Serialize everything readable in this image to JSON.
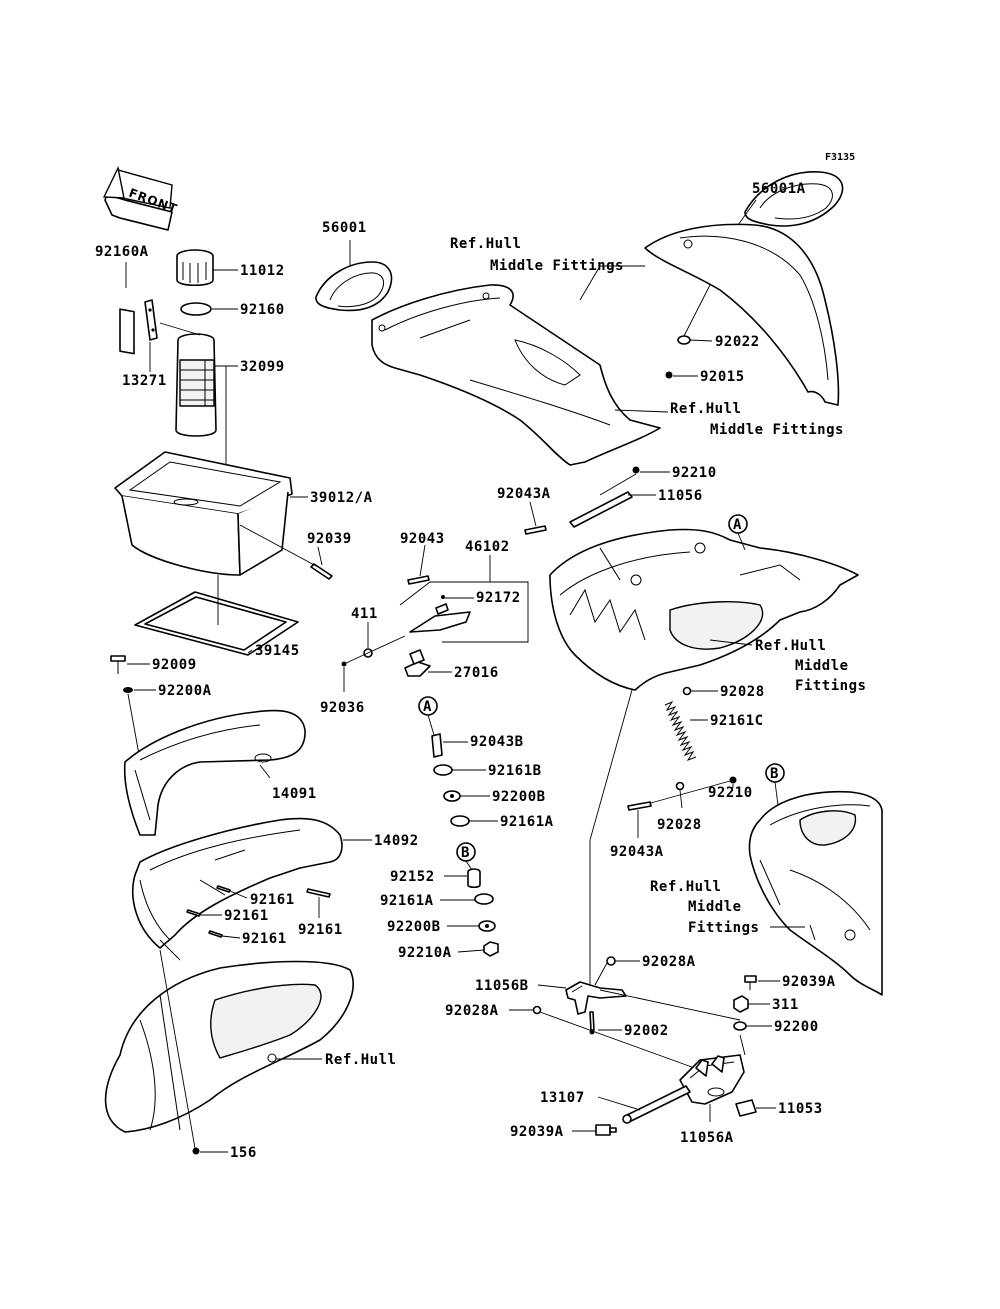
{
  "figure_code": "F3135",
  "front_arrow": "FRONT",
  "callouts": {
    "A": "A",
    "B": "B"
  },
  "labels": {
    "p56001A": "56001A",
    "p56001": "56001",
    "ref_hull_mf_top_line1": "Ref.Hull",
    "ref_hull_mf_top_line2": "Middle Fittings",
    "p92022": "92022",
    "p92015": "92015",
    "ref_hull_mf_right_line1": "Ref.Hull",
    "ref_hull_mf_right_line2": "Middle Fittings",
    "p92160A": "92160A",
    "p11012": "11012",
    "p92160": "92160",
    "p13271": "13271",
    "p32099": "32099",
    "p39012A": "39012/A",
    "p92039": "92039",
    "p39145": "39145",
    "p92009": "92009",
    "p92200A": "92200A",
    "p14091": "14091",
    "p14092": "14092",
    "p92161_a": "92161",
    "p92161_b": "92161",
    "p92161_c": "92161",
    "p92161_d": "92161",
    "ref_hull_bottom": "Ref.Hull",
    "p156": "156",
    "p92043": "92043",
    "p46102": "46102",
    "p92172": "92172",
    "p411": "411",
    "p27016": "27016",
    "p92036": "92036",
    "p92043B": "92043B",
    "p92161B": "92161B",
    "p92200B_top": "92200B",
    "p92161A_top": "92161A",
    "p92152": "92152",
    "p92161A_low": "92161A",
    "p92200B_low": "92200B",
    "p92210A": "92210A",
    "p92210_top": "92210",
    "p92043A_top": "92043A",
    "p11056": "11056",
    "ref_hull_mid_1": "Ref.Hull",
    "ref_hull_mid_2": "Middle",
    "ref_hull_mid_3": "Fittings",
    "p92028_top": "92028",
    "p92161C": "92161C",
    "p92210_mid": "92210",
    "p92028_mid": "92028",
    "p92043A_mid": "92043A",
    "ref_hull_b_1": "Ref.Hull",
    "ref_hull_b_2": "Middle",
    "ref_hull_b_3": "Fittings",
    "p11056B": "11056B",
    "p92028A_top": "92028A",
    "p92028A_low": "92028A",
    "p92002": "92002",
    "p92039A_top": "92039A",
    "p311": "311",
    "p92200": "92200",
    "p13107": "13107",
    "p11053": "11053",
    "p92039A_low": "92039A",
    "p11056A": "11056A"
  }
}
